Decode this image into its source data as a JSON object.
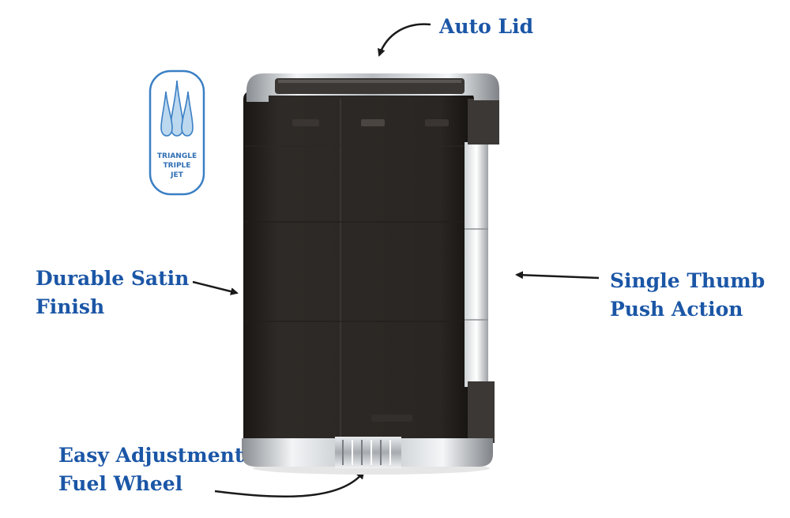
{
  "callouts": {
    "auto_lid": {
      "lines": [
        "Auto Lid"
      ]
    },
    "satin_finish": {
      "lines": [
        "Durable Satin",
        "Finish"
      ]
    },
    "thumb_action": {
      "lines": [
        "Single Thumb",
        "Push Action"
      ]
    },
    "fuel_wheel": {
      "lines": [
        "Easy Adjustment",
        "Fuel Wheel"
      ]
    }
  },
  "badge": {
    "lines": [
      "TRIANGLE",
      "TRIPLE",
      "JET"
    ]
  },
  "colors": {
    "callout_text": "#1b56a6",
    "lighter_body": "#2a2623",
    "chrome": "#c8ccd0",
    "badge_blue": "#3a7fc4"
  }
}
